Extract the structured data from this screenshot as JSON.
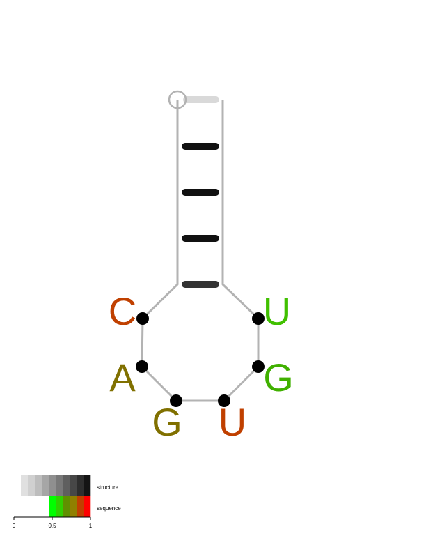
{
  "structure": {
    "nucleotides": [
      {
        "letter": "C",
        "color": "#c04000"
      },
      {
        "letter": "A",
        "color": "#807000"
      },
      {
        "letter": "G",
        "color": "#807000"
      },
      {
        "letter": "U",
        "color": "#c04000"
      },
      {
        "letter": "G",
        "color": "#40b000"
      },
      {
        "letter": "U",
        "color": "#40c000"
      }
    ],
    "base_pairs": [
      {
        "color": "#d9d9d9"
      },
      {
        "color": "#111111"
      },
      {
        "color": "#111111"
      },
      {
        "color": "#111111"
      },
      {
        "color": "#333333"
      }
    ],
    "backbone_color": "#b3b3b3",
    "nucleotide_dot_color": "#000000",
    "five_prime_marker_color": "#b3b3b3"
  },
  "legend": {
    "structure_label": "structure",
    "sequence_label": "sequence",
    "structure_colors": [
      "#e0e0e0",
      "#d0d0d0",
      "#bdbdbd",
      "#a6a6a6",
      "#8f8f8f",
      "#787878",
      "#5f5f5f",
      "#474747",
      "#2e2e2e",
      "#141414"
    ],
    "sequence_colors": [
      "#00ff00",
      "#30d000",
      "#609000",
      "#908000",
      "#c04000",
      "#ff0000"
    ],
    "ticks": [
      "0",
      "0.5",
      "1"
    ]
  }
}
